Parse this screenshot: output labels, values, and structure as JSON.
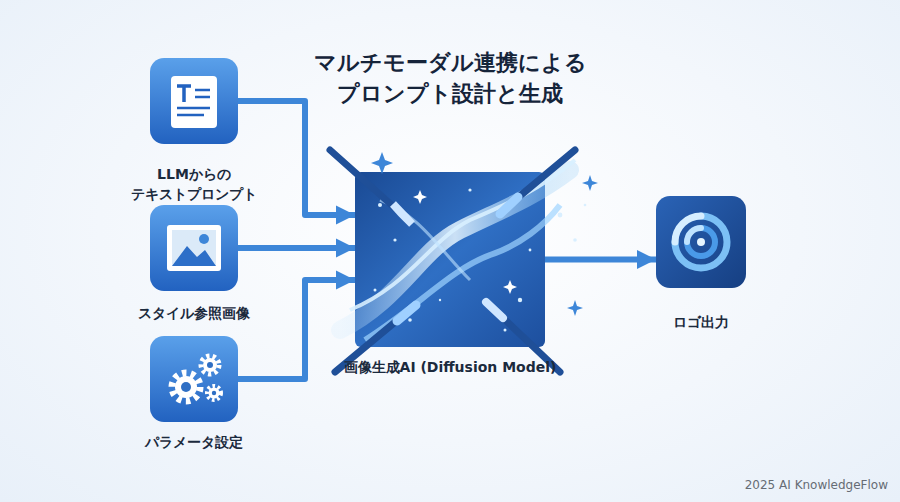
{
  "diagram": {
    "title": "マルチモーダル連携による プロンプト設計と生成",
    "nodes": [
      {
        "text": [
          "LLMからの テキストプロンプト"
        ]
      },
      {
        "text": [
          "スタイル参照画像"
        ]
      },
      {
        "text": [
          "パラメータ設定"
        ]
      },
      {
        "text": [
          "画像生成AI (Diffusion Model)"
        ]
      },
      {
        "text": [
          "ロゴ出力"
        ]
      }
    ],
    "edges": [
      {
        "from": 0,
        "to": 3,
        "arrow": "to"
      },
      {
        "from": 1,
        "to": 3,
        "arrow": "to"
      },
      {
        "from": 2,
        "to": 3,
        "arrow": "to"
      },
      {
        "from": 3,
        "to": 4,
        "arrow": "to"
      }
    ],
    "labels": [
      "2025 AI KnowledgeFlow"
    ]
  }
}
